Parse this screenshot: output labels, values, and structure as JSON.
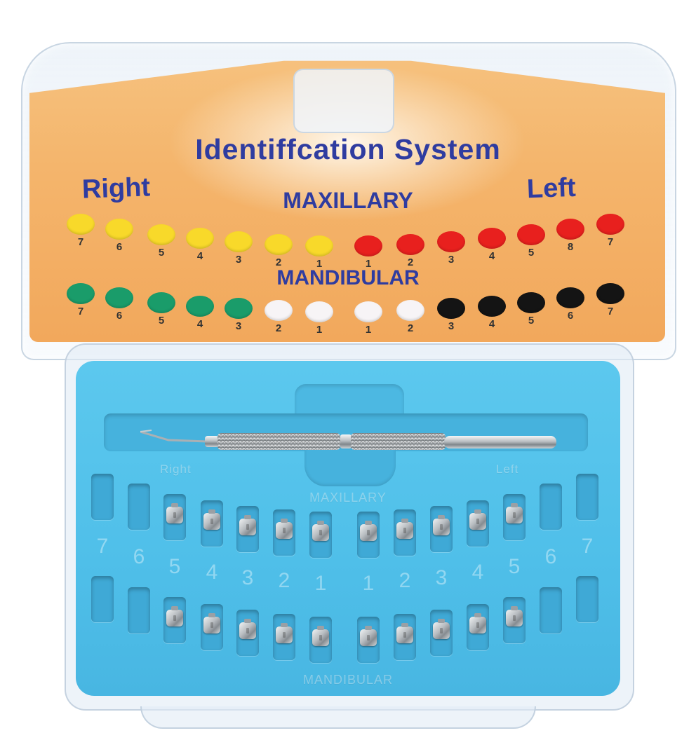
{
  "card": {
    "title": "Identiffcation System",
    "label_right": "Right",
    "label_left": "Left",
    "label_maxillary": "MAXILLARY",
    "label_mandibular": "MANDIBULAR",
    "maxillary_dots": [
      {
        "n": "7",
        "color": "#f8d92a"
      },
      {
        "n": "6",
        "color": "#f8d92a"
      },
      {
        "n": "5",
        "color": "#f8d92a"
      },
      {
        "n": "4",
        "color": "#f8d92a"
      },
      {
        "n": "3",
        "color": "#f8d92a"
      },
      {
        "n": "2",
        "color": "#f8d92a"
      },
      {
        "n": "1",
        "color": "#f8d92a"
      },
      {
        "n": "1",
        "color": "#e8201e"
      },
      {
        "n": "2",
        "color": "#e8201e"
      },
      {
        "n": "3",
        "color": "#e8201e"
      },
      {
        "n": "4",
        "color": "#e8201e"
      },
      {
        "n": "5",
        "color": "#e8201e"
      },
      {
        "n": "8",
        "color": "#e8201e"
      },
      {
        "n": "7",
        "color": "#e8201e"
      }
    ],
    "mandibular_dots": [
      {
        "n": "7",
        "color": "#1a9c6a"
      },
      {
        "n": "6",
        "color": "#1a9c6a"
      },
      {
        "n": "5",
        "color": "#1a9c6a"
      },
      {
        "n": "4",
        "color": "#1a9c6a"
      },
      {
        "n": "3",
        "color": "#1a9c6a"
      },
      {
        "n": "2",
        "color": "#f7f4f6"
      },
      {
        "n": "1",
        "color": "#f7f4f6"
      },
      {
        "n": "1",
        "color": "#f7f4f6"
      },
      {
        "n": "2",
        "color": "#f7f4f6"
      },
      {
        "n": "3",
        "color": "#141414"
      },
      {
        "n": "4",
        "color": "#141414"
      },
      {
        "n": "5",
        "color": "#141414"
      },
      {
        "n": "6",
        "color": "#141414"
      },
      {
        "n": "7",
        "color": "#141414"
      }
    ]
  },
  "tray": {
    "label_right": "Right",
    "label_left": "Left",
    "label_maxillary": "MAXILLARY",
    "label_mandibular": "MANDIBULAR",
    "tooth_numbers": [
      "7",
      "6",
      "5",
      "4",
      "3",
      "2",
      "1",
      "1",
      "2",
      "3",
      "4",
      "5",
      "6",
      "7"
    ],
    "upper_filled": [
      false,
      false,
      true,
      true,
      true,
      true,
      true,
      true,
      true,
      true,
      true,
      true,
      false,
      false
    ],
    "lower_filled": [
      false,
      false,
      true,
      true,
      true,
      true,
      true,
      true,
      true,
      true,
      true,
      true,
      false,
      false
    ],
    "tool_icon": "dental-bracket-placement-instrument"
  }
}
